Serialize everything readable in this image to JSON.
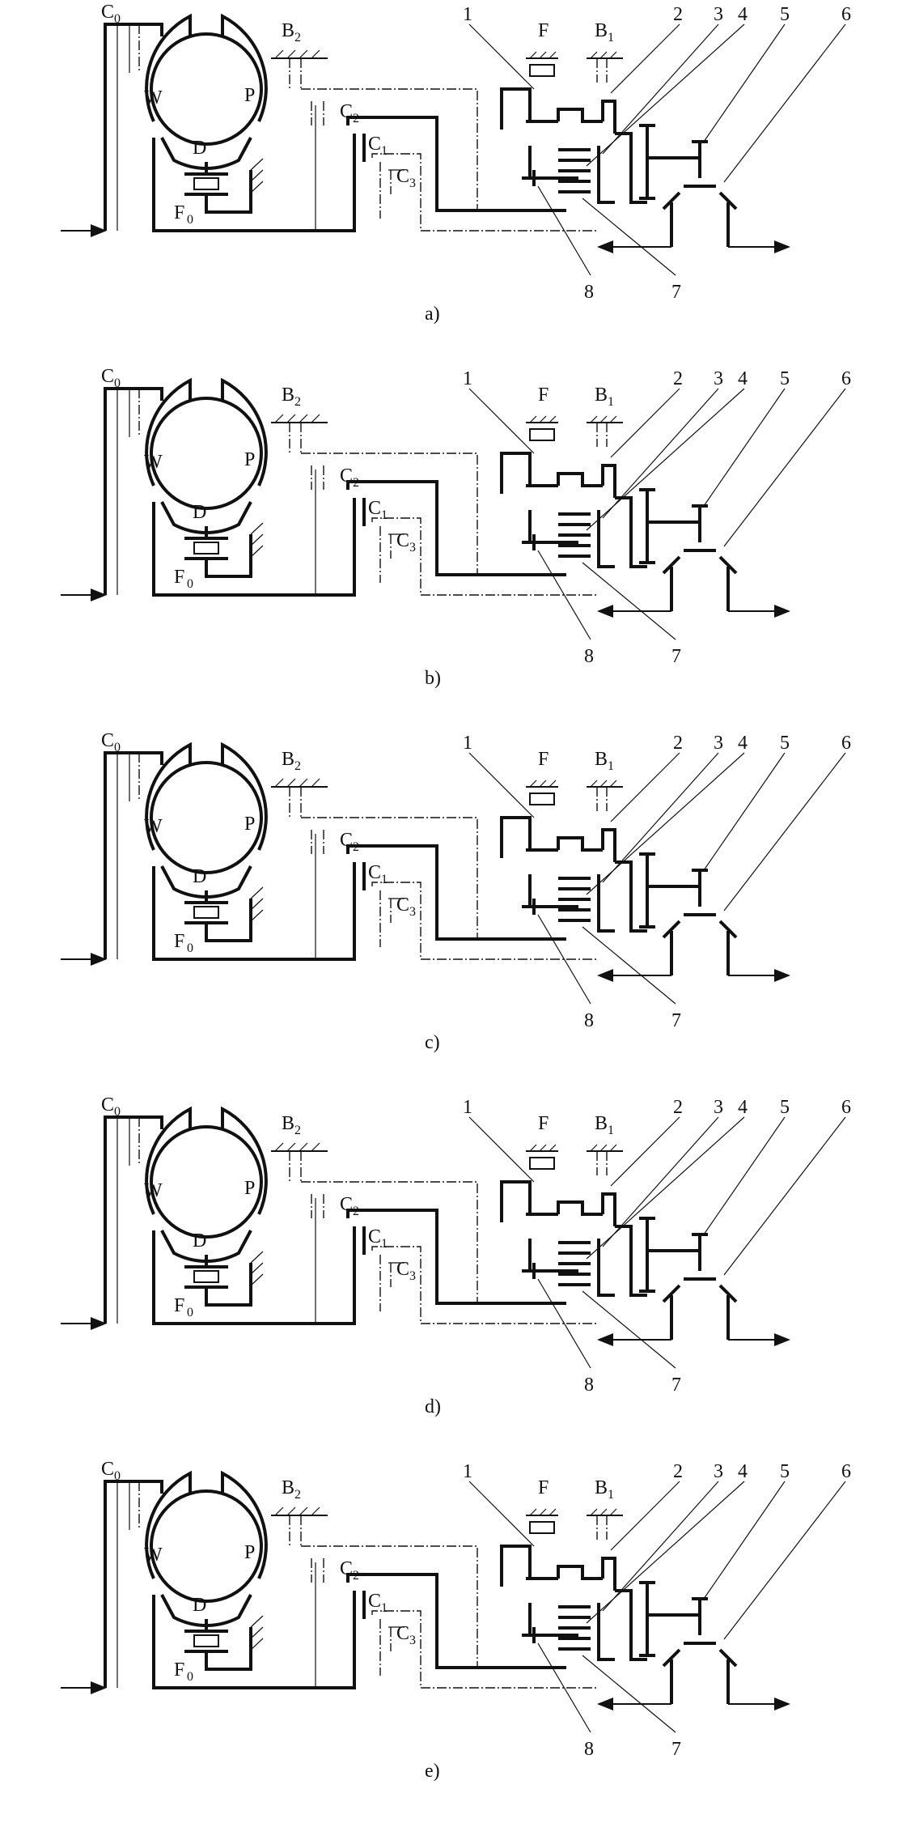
{
  "panels": [
    {
      "caption": "a)"
    },
    {
      "caption": "b)"
    },
    {
      "caption": "c)"
    },
    {
      "caption": "d)"
    },
    {
      "caption": "e)"
    }
  ],
  "labels": {
    "clutch_c0": "C",
    "clutch_c0_sub": "0",
    "brake_b2": "B",
    "brake_b2_sub": "2",
    "clutch_c2": "C",
    "clutch_c2_sub": "2",
    "clutch_c1": "C",
    "clutch_c1_sub": "1",
    "clutch_c3": "C",
    "clutch_c3_sub": "3",
    "oneway_f": "F",
    "brake_b1": "B",
    "brake_b1_sub": "1",
    "oneway_f0": "F",
    "oneway_f0_sub": "0",
    "pump": "P",
    "turbine": "W",
    "stator": "D"
  },
  "callouts": [
    "1",
    "2",
    "3",
    "4",
    "5",
    "6",
    "7",
    "8"
  ]
}
